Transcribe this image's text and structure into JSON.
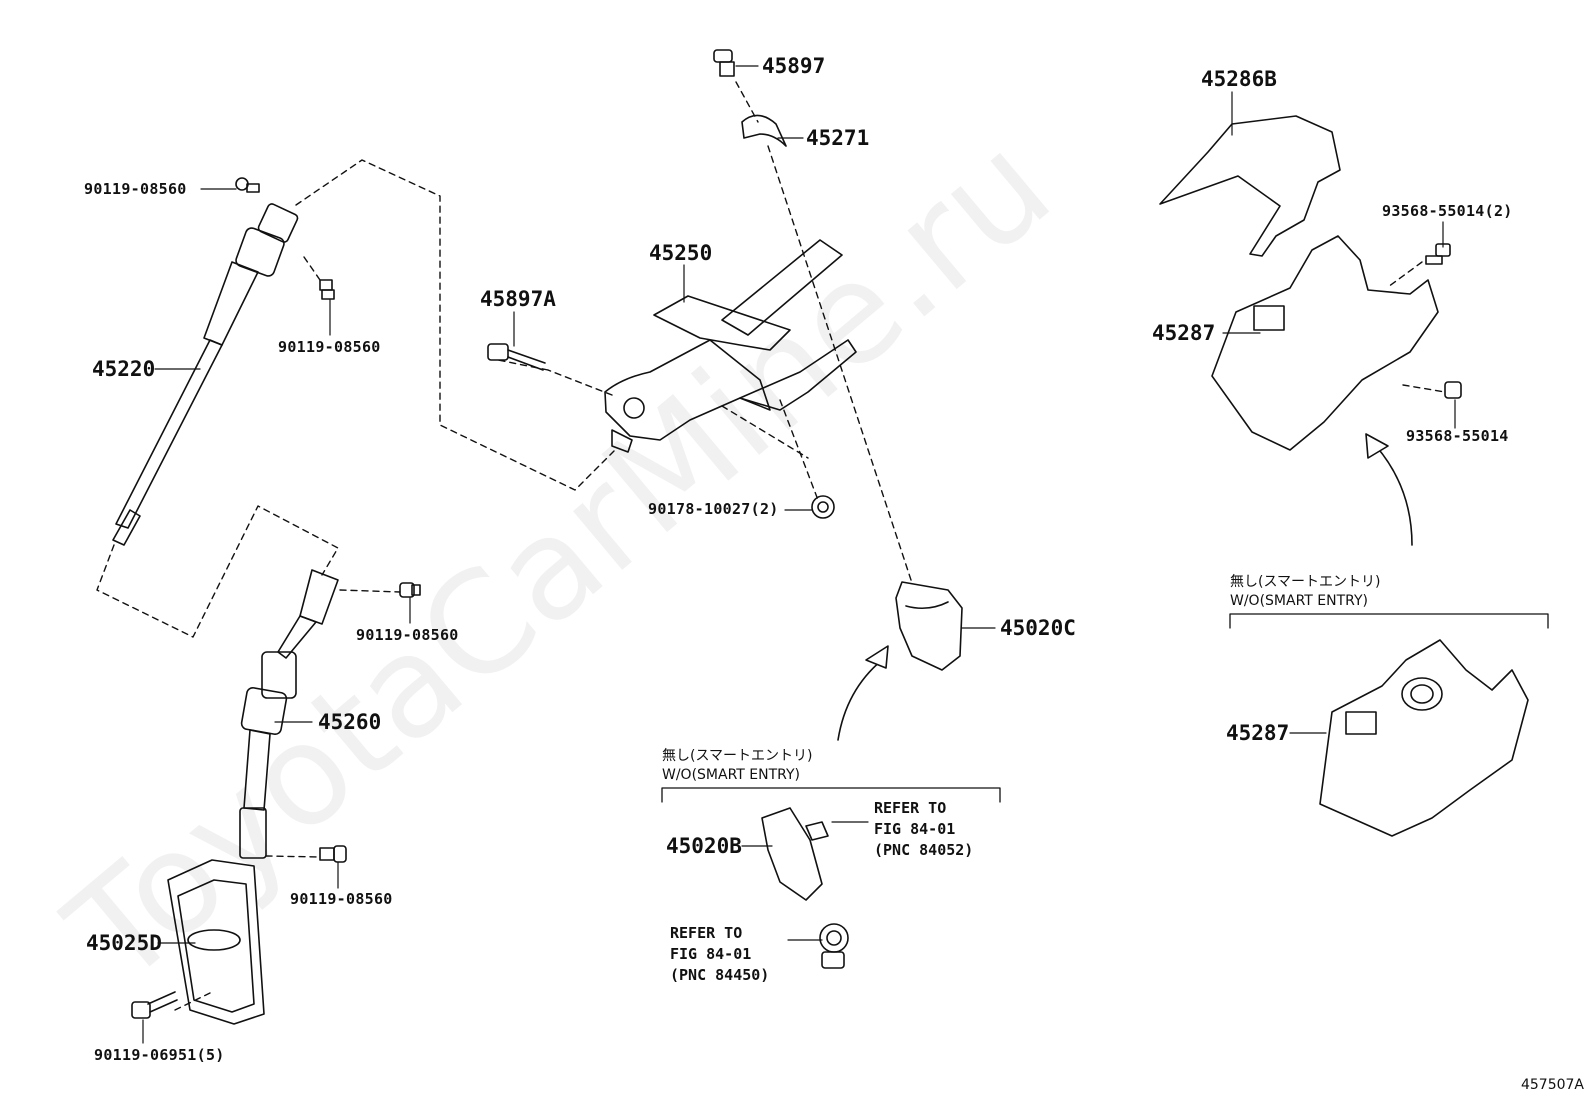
{
  "watermark": "ToyotaCarMine.ru",
  "figure_number": "457507A",
  "parts": {
    "p45897": "45897",
    "p45271": "45271",
    "p45286B": "45286B",
    "p90119_top": "90119-08560",
    "p93568_2": "93568-55014(2)",
    "p45250": "45250",
    "p45897A": "45897A",
    "p90119_mid": "90119-08560",
    "p45287_top": "45287",
    "p45220": "45220",
    "p93568": "93568-55014",
    "p90178": "90178-10027(2)",
    "p45020C": "45020C",
    "p90119_c": "90119-08560",
    "p45260": "45260",
    "p45287_bottom": "45287",
    "p45020B": "45020B",
    "p90119_d": "90119-08560",
    "p45025D": "45025D",
    "p90119_06951": "90119-06951(5)"
  },
  "notes": {
    "center": {
      "jp": "無し(スマートエントリ)",
      "en": "W/O(SMART ENTRY)"
    },
    "right": {
      "jp": "無し(スマートエントリ)",
      "en": "W/O(SMART ENTRY)"
    }
  },
  "refs": {
    "ref1": "REFER TO\nFIG 84-01\n(PNC 84052)",
    "ref2": "REFER TO\nFIG 84-01\n(PNC 84450)"
  }
}
